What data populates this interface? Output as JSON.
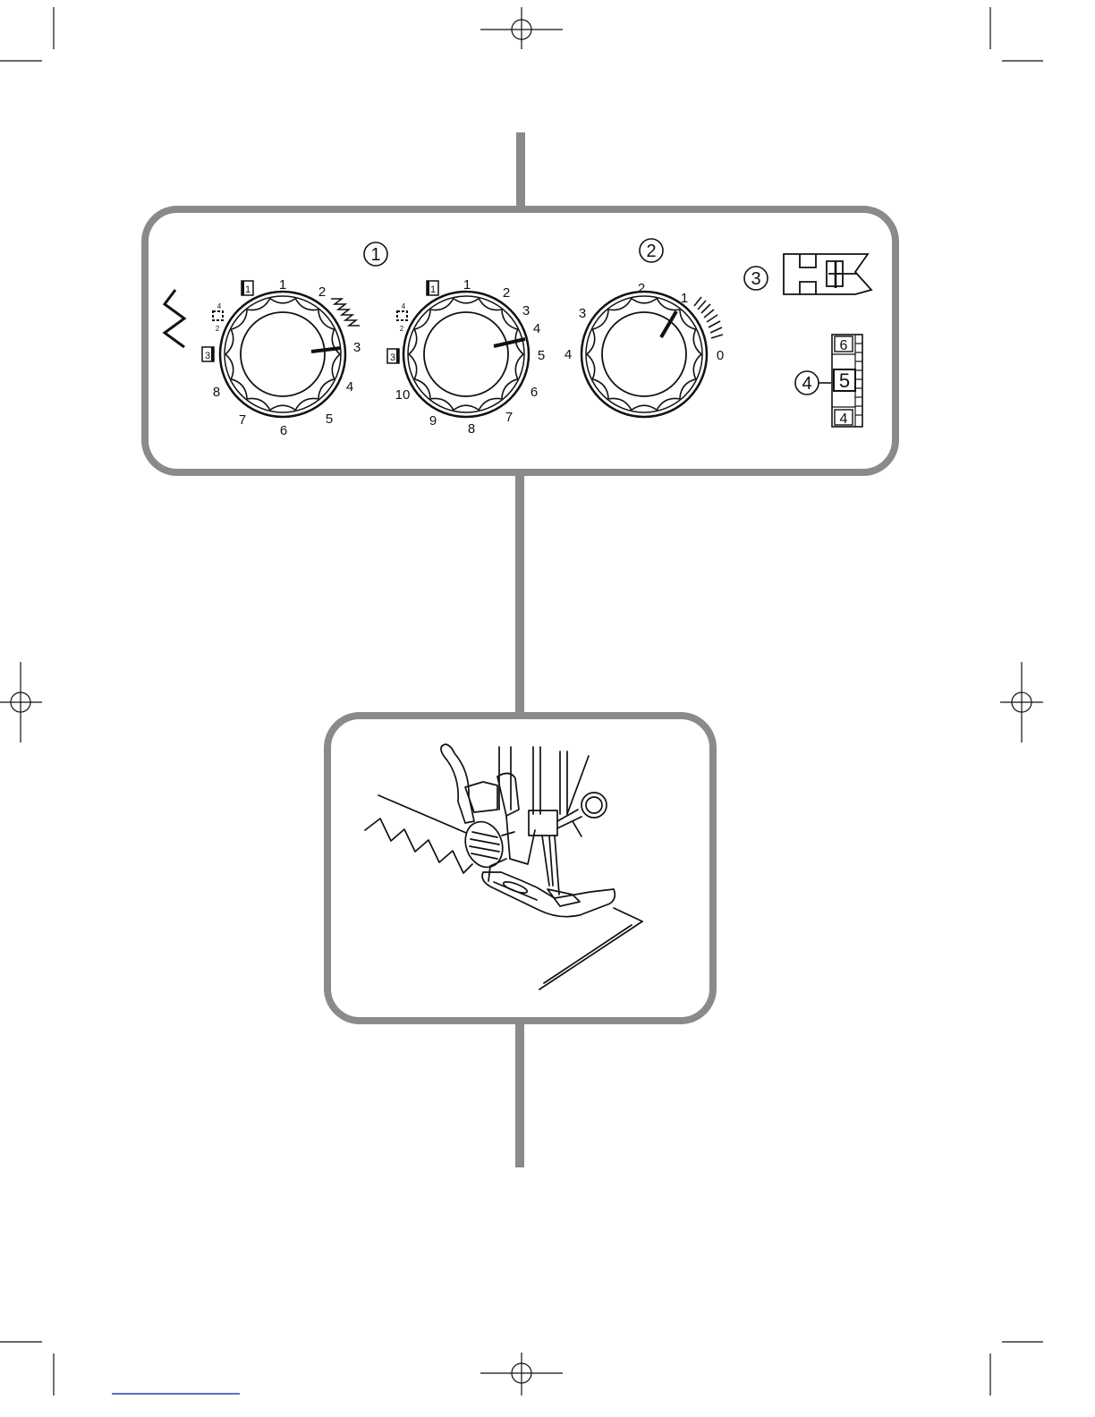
{
  "callouts": {
    "c1": "1",
    "c2": "2",
    "c3": "3",
    "c4": "4"
  },
  "dial1": {
    "labels": [
      "1",
      "2",
      "3",
      "4",
      "5",
      "6",
      "7",
      "8"
    ],
    "badges": [
      "1",
      "3"
    ],
    "buttonhole_small": [
      "4",
      "2"
    ]
  },
  "dial2": {
    "labels": [
      "1",
      "2",
      "3",
      "4",
      "5",
      "6",
      "7",
      "8",
      "9",
      "10"
    ],
    "badges": [
      "1",
      "3"
    ],
    "buttonhole_small": [
      "4",
      "2"
    ]
  },
  "dial3": {
    "labels": [
      "0",
      "1",
      "2",
      "3",
      "4"
    ]
  },
  "tension": {
    "upper": "6",
    "middle": "5",
    "lower": "4"
  },
  "colors": {
    "frame": "#8a8a8a",
    "ink": "#111111",
    "print_link": "#2f3fae"
  },
  "icons": [
    "zigzag-stitch-icon",
    "zigzag-presser-foot-icon",
    "sewing-foot-illustration",
    "registration-mark-icon"
  ]
}
